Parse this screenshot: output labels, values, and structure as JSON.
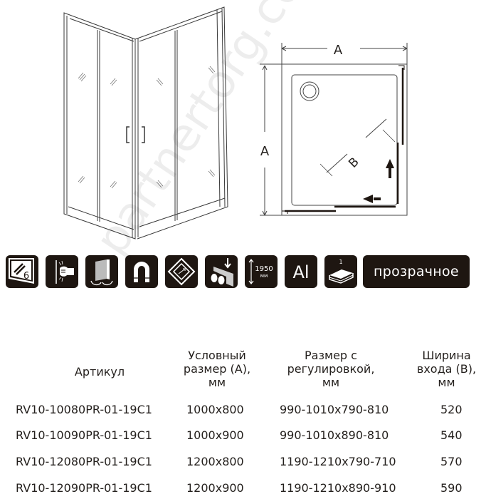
{
  "drawings": {
    "plan_view": {
      "dimension_top": "A",
      "dimension_left": "A",
      "dimension_diagonal": "B"
    }
  },
  "feature_icons": [
    {
      "name": "glass-thickness-6mm-icon",
      "label": "6"
    },
    {
      "name": "impact-resistant-glass-icon",
      "label": ""
    },
    {
      "name": "reversible-door-icon",
      "label": ""
    },
    {
      "name": "magnetic-seal-icon",
      "label": ""
    },
    {
      "name": "easy-clean-coating-icon",
      "label": ""
    },
    {
      "name": "roller-mechanism-icon",
      "label": ""
    },
    {
      "name": "height-icon",
      "value": "1950",
      "unit": "мм"
    },
    {
      "name": "aluminium-profile-icon",
      "label": "Al"
    },
    {
      "name": "shower-tray-icon",
      "label": "1"
    }
  ],
  "glass_type": "прозрачное",
  "watermark": "partnertorg.com",
  "table": {
    "headers": [
      [
        "Артикул"
      ],
      [
        "Условный",
        "размер (A),",
        "мм"
      ],
      [
        "Размер с",
        "регулировкой,",
        "мм"
      ],
      [
        "Ширина",
        "входа (B),",
        "мм"
      ]
    ],
    "rows": [
      [
        "RV10-10080PR-01-19C1",
        "1000x800",
        "990-1010x790-810",
        "520"
      ],
      [
        "RV10-10090PR-01-19C1",
        "1000x900",
        "990-1010x890-810",
        "540"
      ],
      [
        "RV10-12080PR-01-19C1",
        "1200x800",
        "1190-1210x790-710",
        "570"
      ],
      [
        "RV10-12090PR-01-19C1",
        "1200x900",
        "1190-1210x890-910",
        "590"
      ]
    ]
  }
}
